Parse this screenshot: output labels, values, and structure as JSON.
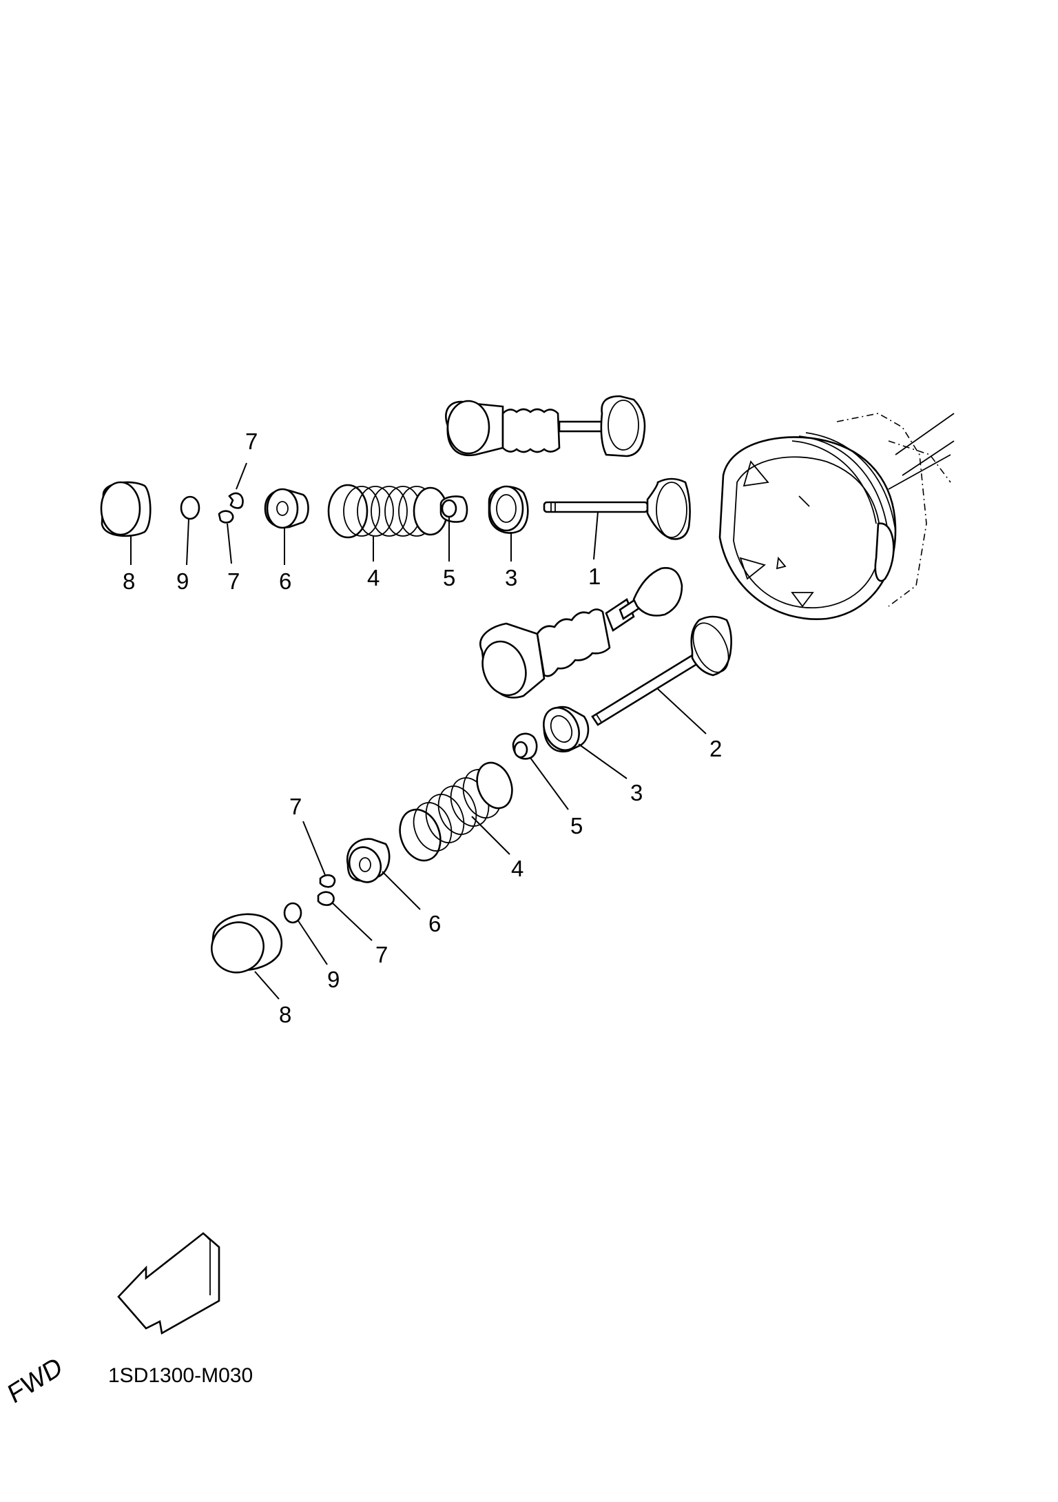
{
  "callouts": {
    "upper": {
      "n8": "8",
      "n9": "9",
      "n7a": "7",
      "n7b": "7",
      "n6": "6",
      "n4": "4",
      "n5": "5",
      "n3": "3",
      "n1": "1"
    },
    "lower": {
      "n2": "2",
      "n3": "3",
      "n5": "5",
      "n4": "4",
      "n7a": "7",
      "n6": "6",
      "n7b": "7",
      "n9": "9",
      "n8": "8"
    }
  },
  "fwd_arrow": {
    "label": "FWD"
  },
  "reference_code": "1SD1300-M030"
}
